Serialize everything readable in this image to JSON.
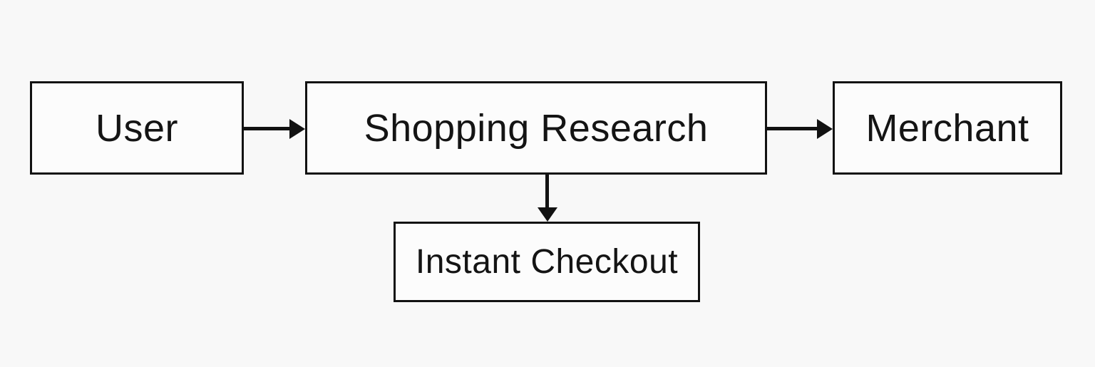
{
  "diagram": {
    "type": "flowchart",
    "background_color": "#f8f8f8",
    "node_fill_color": "#fcfcfc",
    "stroke_color": "#121212",
    "nodes": {
      "user": {
        "label": "User"
      },
      "shopping_research": {
        "label": "Shopping Research"
      },
      "merchant": {
        "label": "Merchant"
      },
      "instant_checkout": {
        "label": "Instant Checkout"
      }
    },
    "edges": [
      {
        "from": "user",
        "to": "shopping_research",
        "direction": "right"
      },
      {
        "from": "shopping_research",
        "to": "merchant",
        "direction": "right"
      },
      {
        "from": "shopping_research",
        "to": "instant_checkout",
        "direction": "down"
      }
    ]
  }
}
